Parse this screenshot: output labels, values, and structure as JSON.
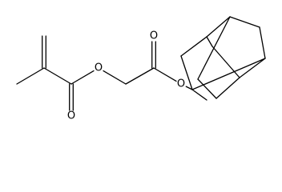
{
  "molecule": {
    "atoms": [
      {
        "id": "C1",
        "element": "C",
        "label": ""
      },
      {
        "id": "C2",
        "element": "C",
        "label": ""
      },
      {
        "id": "C3",
        "element": "C",
        "label": ""
      },
      {
        "id": "C4",
        "element": "C",
        "label": ""
      },
      {
        "id": "O1",
        "element": "O",
        "label": "O"
      },
      {
        "id": "O2",
        "element": "O",
        "label": "O"
      },
      {
        "id": "C5",
        "element": "C",
        "label": ""
      },
      {
        "id": "C6",
        "element": "C",
        "label": ""
      },
      {
        "id": "O3",
        "element": "O",
        "label": "O"
      },
      {
        "id": "O4",
        "element": "O",
        "label": "O"
      },
      {
        "id": "A1",
        "element": "C",
        "label": ""
      },
      {
        "id": "A2",
        "element": "C",
        "label": ""
      },
      {
        "id": "A3",
        "element": "C",
        "label": ""
      },
      {
        "id": "A4",
        "element": "C",
        "label": ""
      },
      {
        "id": "A5",
        "element": "C",
        "label": ""
      },
      {
        "id": "A6",
        "element": "C",
        "label": ""
      },
      {
        "id": "A7",
        "element": "C",
        "label": ""
      },
      {
        "id": "A8",
        "element": "C",
        "label": ""
      },
      {
        "id": "A9",
        "element": "C",
        "label": ""
      },
      {
        "id": "A10",
        "element": "C",
        "label": ""
      },
      {
        "id": "M1",
        "element": "C",
        "label": ""
      }
    ],
    "bonds": [
      {
        "a": "C1",
        "b": "C2",
        "order": 2
      },
      {
        "a": "C2",
        "b": "C3",
        "order": 1
      },
      {
        "a": "C2",
        "b": "C4",
        "order": 1
      },
      {
        "a": "C4",
        "b": "O1",
        "order": 2
      },
      {
        "a": "C4",
        "b": "O2",
        "order": 1
      },
      {
        "a": "O2",
        "b": "C5",
        "order": 1
      },
      {
        "a": "C5",
        "b": "C6",
        "order": 1
      },
      {
        "a": "C6",
        "b": "O3",
        "order": 2
      },
      {
        "a": "C6",
        "b": "O4",
        "order": 1
      },
      {
        "a": "O4",
        "b": "A1",
        "order": 1
      },
      {
        "a": "A1",
        "b": "A2",
        "order": 1
      },
      {
        "a": "A2",
        "b": "A3",
        "order": 1
      },
      {
        "a": "A3",
        "b": "A4",
        "order": 1
      },
      {
        "a": "A4",
        "b": "A5",
        "order": 1
      },
      {
        "a": "A5",
        "b": "A6",
        "order": 1
      },
      {
        "a": "A6",
        "b": "A1",
        "order": 1
      },
      {
        "a": "A3",
        "b": "A7",
        "order": 1
      },
      {
        "a": "A7",
        "b": "A8",
        "order": 1
      },
      {
        "a": "A8",
        "b": "A6",
        "order": 1
      },
      {
        "a": "A4",
        "b": "A9",
        "order": 1
      },
      {
        "a": "A9",
        "b": "A10",
        "order": 1
      },
      {
        "a": "A10",
        "b": "A8",
        "order": 1
      },
      {
        "a": "A1",
        "b": "M1",
        "order": 1
      }
    ]
  }
}
